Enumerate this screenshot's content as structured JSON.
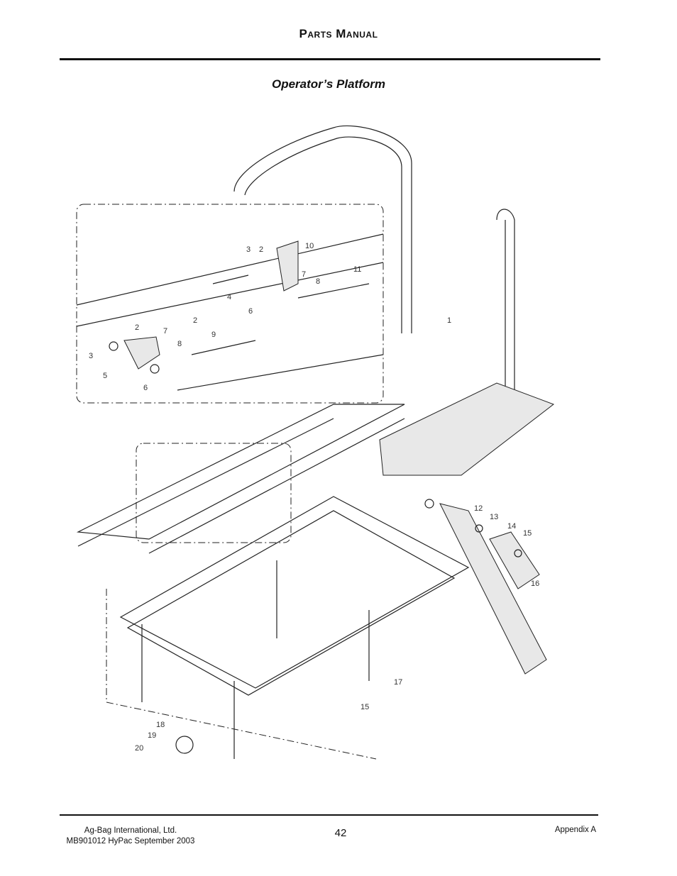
{
  "header": {
    "title": "Parts Manual"
  },
  "section": {
    "title": "Operator’s Platform"
  },
  "diagram": {
    "callouts": [
      "1",
      "2",
      "2",
      "2",
      "3",
      "3",
      "4",
      "5",
      "6",
      "6",
      "7",
      "7",
      "8",
      "8",
      "9",
      "10",
      "11",
      "12",
      "13",
      "14",
      "15",
      "15",
      "16",
      "17",
      "18",
      "19",
      "20"
    ]
  },
  "footer": {
    "company": "Ag-Bag International, Ltd.",
    "doc": "MB901012 HyPac September 2003",
    "page": "42",
    "appendix": "Appendix A"
  }
}
